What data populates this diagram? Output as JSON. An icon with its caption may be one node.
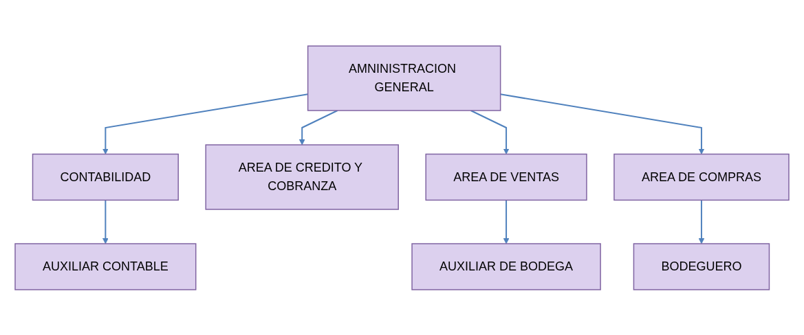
{
  "diagram": {
    "nodes": [
      {
        "text": [
          "AMNINISTRACION GENERAL"
        ]
      },
      {
        "text": [
          "CONTABILIDAD"
        ]
      },
      {
        "text": [
          "AREA DE CREDITO Y COBRANZA"
        ]
      },
      {
        "text": [
          "AREA DE VENTAS"
        ]
      },
      {
        "text": [
          "AREA DE COMPRAS"
        ]
      },
      {
        "text": [
          "AUXILIAR CONTABLE"
        ]
      },
      {
        "text": [
          "AUXILIAR DE BODEGA"
        ]
      },
      {
        "text": [
          "BODEGUERO"
        ]
      }
    ],
    "edges": [
      {
        "from": 0,
        "to": 1,
        "arrow": "to"
      },
      {
        "from": 0,
        "to": 2,
        "arrow": "to"
      },
      {
        "from": 0,
        "to": 3,
        "arrow": "to"
      },
      {
        "from": 0,
        "to": 4,
        "arrow": "to"
      },
      {
        "from": 1,
        "to": 5,
        "arrow": "to"
      },
      {
        "from": 3,
        "to": 6,
        "arrow": "to"
      },
      {
        "from": 4,
        "to": 7,
        "arrow": "to"
      }
    ]
  }
}
